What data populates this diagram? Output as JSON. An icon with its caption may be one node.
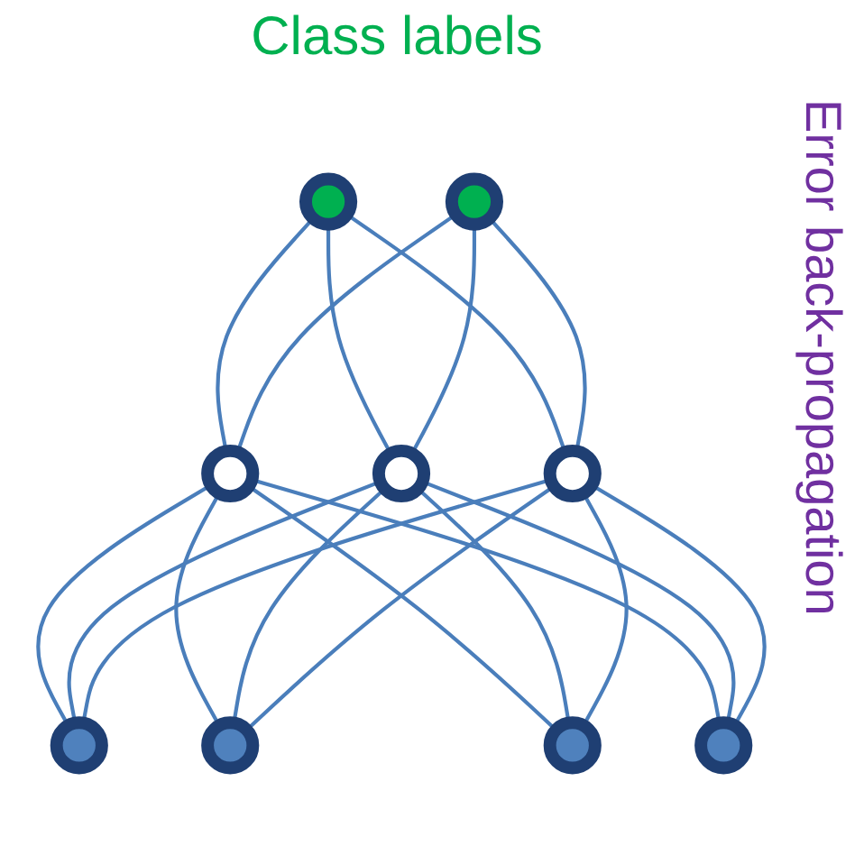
{
  "diagram": {
    "title": "Class labels",
    "nodes": [
      {
        "text": [],
        "shape": "circle"
      },
      {
        "text": [],
        "shape": "circle"
      },
      {
        "text": [],
        "shape": "circle"
      },
      {
        "text": [],
        "shape": "circle"
      },
      {
        "text": [],
        "shape": "circle"
      },
      {
        "text": [],
        "shape": "circle"
      },
      {
        "text": [],
        "shape": "circle"
      },
      {
        "text": [],
        "shape": "circle"
      },
      {
        "text": [],
        "shape": "circle"
      }
    ],
    "edges": [
      {
        "from": 0,
        "to": 2,
        "arrow": "none"
      },
      {
        "from": 0,
        "to": 3,
        "arrow": "none"
      },
      {
        "from": 0,
        "to": 4,
        "arrow": "none"
      },
      {
        "from": 1,
        "to": 2,
        "arrow": "none"
      },
      {
        "from": 1,
        "to": 3,
        "arrow": "none"
      },
      {
        "from": 1,
        "to": 4,
        "arrow": "none"
      },
      {
        "from": 2,
        "to": 5,
        "arrow": "none"
      },
      {
        "from": 2,
        "to": 6,
        "arrow": "none"
      },
      {
        "from": 2,
        "to": 7,
        "arrow": "none"
      },
      {
        "from": 2,
        "to": 8,
        "arrow": "none"
      },
      {
        "from": 3,
        "to": 5,
        "arrow": "none"
      },
      {
        "from": 3,
        "to": 6,
        "arrow": "none"
      },
      {
        "from": 3,
        "to": 7,
        "arrow": "none"
      },
      {
        "from": 3,
        "to": 8,
        "arrow": "none"
      },
      {
        "from": 4,
        "to": 5,
        "arrow": "none"
      },
      {
        "from": 4,
        "to": 6,
        "arrow": "none"
      },
      {
        "from": 4,
        "to": 7,
        "arrow": "none"
      },
      {
        "from": 4,
        "to": 8,
        "arrow": "none"
      }
    ],
    "labels": [
      "Error back-propagation"
    ]
  }
}
